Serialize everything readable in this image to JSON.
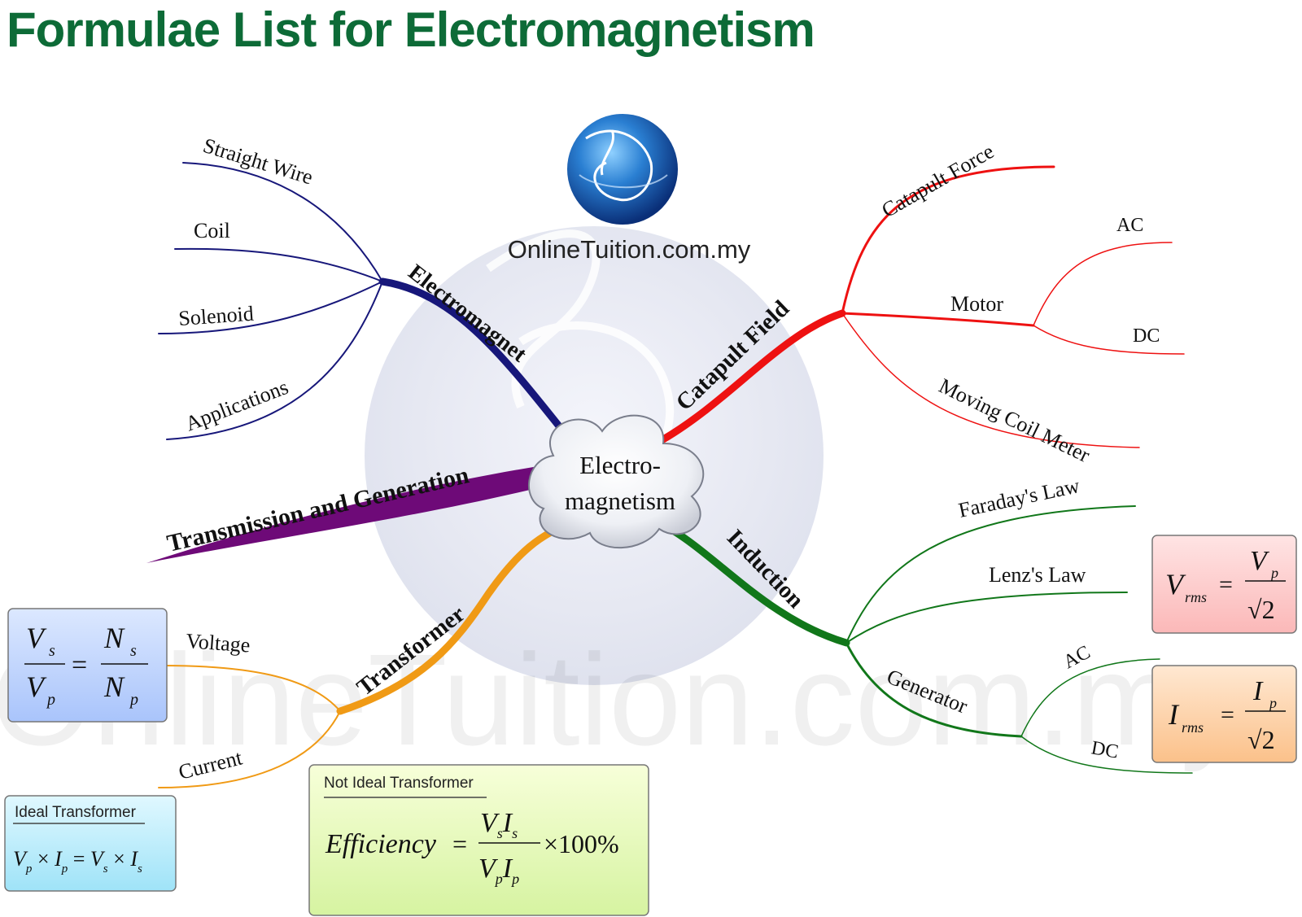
{
  "title": "Formulae List for Electromagnetism",
  "logo": {
    "text": "OnlineTuition.com.my",
    "icon": "globe-icon"
  },
  "watermark": "OnlineTuition.com.my",
  "central_topic": {
    "line1": "Electro-",
    "line2": "magnetism"
  },
  "colors": {
    "title": "#0d6b37",
    "electromagnet": "#17177a",
    "catapult": "#ee1111",
    "induction": "#11771a",
    "transformer": "#f09a15",
    "transmission": "#6e0a78"
  },
  "branches": {
    "electromagnet": {
      "label": "Electromagnet",
      "children": [
        "Straight Wire",
        "Coil",
        "Solenoid",
        "Applications"
      ]
    },
    "catapult": {
      "label": "Catapult Field",
      "children": [
        "Catapult Force",
        "Motor",
        "Moving Coil Meter"
      ],
      "motor_children": [
        "AC",
        "DC"
      ]
    },
    "transmission": {
      "label": "Transmission and Generation"
    },
    "transformer": {
      "label": "Transformer",
      "children": [
        "Voltage",
        "Current"
      ]
    },
    "induction": {
      "label": "Induction",
      "children": [
        "Faraday's Law",
        "Lenz's Law",
        "Generator"
      ],
      "generator_children": [
        "AC",
        "DC"
      ]
    }
  },
  "formulas": {
    "voltage_ratio": {
      "v_s": "V",
      "s_sub": "s",
      "v_p": "V",
      "p_sub": "p",
      "n_s": "N",
      "n_p": "N",
      "eq": "="
    },
    "ideal": {
      "title": "Ideal Transformer",
      "formula_left": "V",
      "times": "×",
      "eq": "="
    },
    "efficiency": {
      "title": "Not Ideal Transformer",
      "label": "Efficiency",
      "eq": "=",
      "suffix": "×100%"
    },
    "vrms": {
      "symbol": "V",
      "sub": "rms",
      "eq": "=",
      "num": "V",
      "num_sub": "p",
      "root": "√2"
    },
    "irms": {
      "symbol": "I",
      "sub": "rms",
      "eq": "=",
      "num": "I",
      "num_sub": "p",
      "root": "√2"
    }
  }
}
